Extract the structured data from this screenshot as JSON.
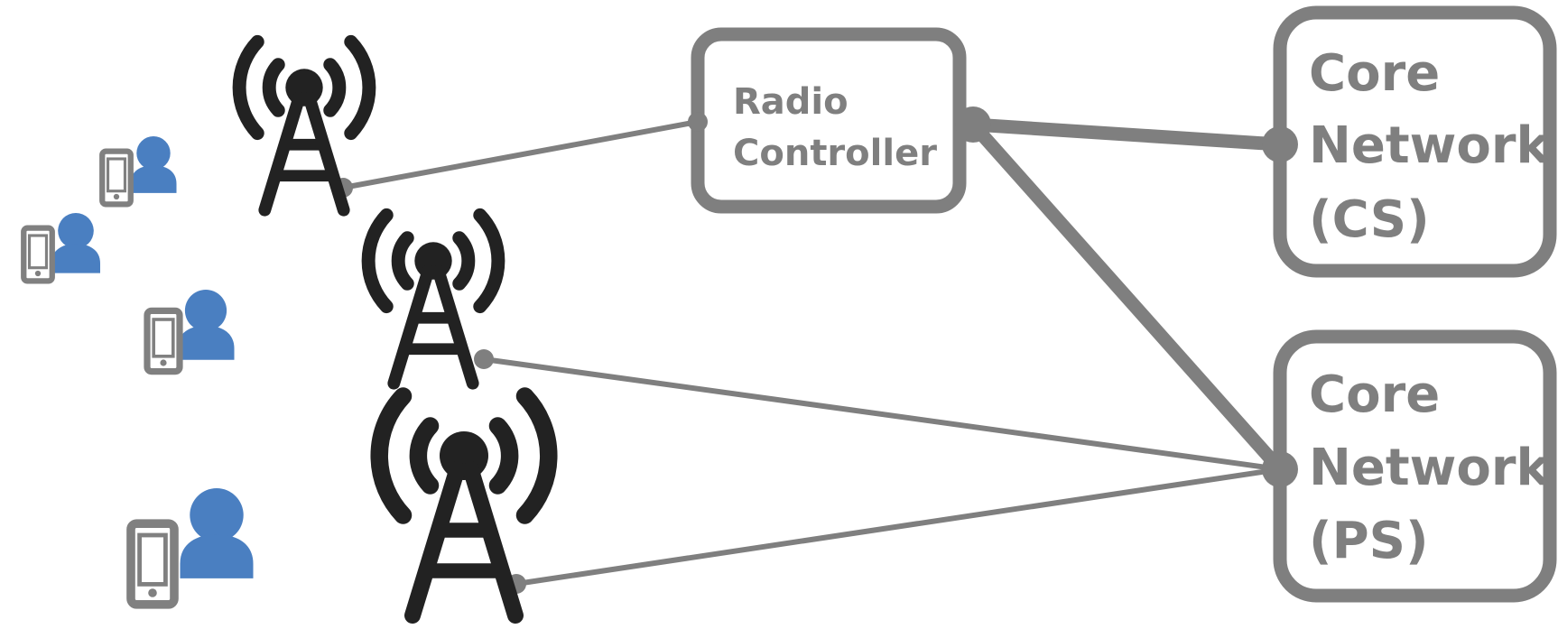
{
  "colors": {
    "line": "#7f7f7f",
    "box_stroke": "#7f7f7f",
    "tower": "#222222",
    "user": "#4a7fc1",
    "phone": "#808080",
    "background": "#ffffff"
  },
  "nodes": {
    "radio_controller": {
      "line1": "Radio",
      "line2": "Controller"
    },
    "core_cs": {
      "line1": "Core",
      "line2": "Network",
      "line3": "(CS)"
    },
    "core_ps": {
      "line1": "Core",
      "line2": "Network",
      "line3": "(PS)"
    }
  },
  "icons": {
    "tower": "radio-tower-icon",
    "user": "user-icon",
    "phone": "mobile-phone-icon"
  }
}
